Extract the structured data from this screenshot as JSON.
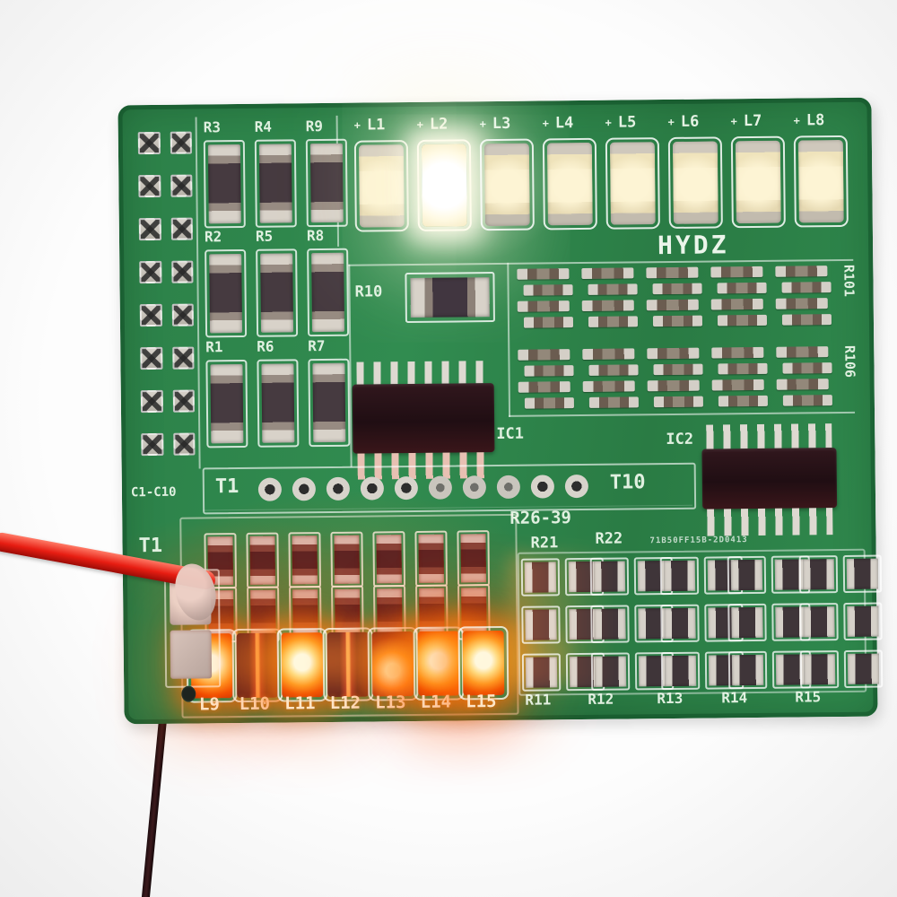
{
  "meta": {
    "subject": "Photograph of a green LED practice PCB (HYDZ) with lit LEDs and attached wires",
    "background_color": "#fdfdfd"
  },
  "colors": {
    "board_green": "#2e8449",
    "silkscreen_white": "#eef6ee",
    "ic_body_dark": "#27131a",
    "pad_silver": "#d6d1c9",
    "white_led_body": "#f7ecc9",
    "lit_white_glow": "#fffdf0",
    "red_led_lit": "#ff6a10",
    "red_wire": "#e71d12",
    "dark_wire": "#2a1216"
  },
  "counts": {
    "cap_pad_pairs": 8,
    "top_leds": 8,
    "bottom_leds": 7,
    "t_row_holes": 10,
    "network_rows": 2,
    "networks_per_row": 5,
    "small_resistor_rows": 2,
    "small_resistor_cols": 7,
    "pair_resistor_rows": 3,
    "pair_resistors_per_row": 5
  },
  "silkscreen": {
    "brand": "HYDZ",
    "serial": "71B50FF15B-2D0413",
    "cap_group": "C1-C10",
    "r10": "R10",
    "ic1": "IC1",
    "ic2": "IC2",
    "t_row_left": "T1",
    "t_row_right": "T10",
    "r26_39": "R26-39",
    "t1_pad": "T1",
    "plus_mark": "+",
    "resistor_rows_topleft": [
      [
        "R3",
        "R4",
        "R9"
      ],
      [
        "R2",
        "R5",
        "R8"
      ],
      [
        "R1",
        "R6",
        "R7"
      ]
    ],
    "network_labels": [
      "R101",
      "R106"
    ],
    "bottom_right_top_labels": [
      "R21",
      "R22"
    ],
    "bottom_right_bottom_labels": [
      "R11",
      "R12",
      "R13",
      "R14",
      "R15"
    ]
  },
  "top_leds": [
    {
      "label": "L1",
      "state": "off"
    },
    {
      "label": "L2",
      "state": "lit"
    },
    {
      "label": "L3",
      "state": "off"
    },
    {
      "label": "L4",
      "state": "off"
    },
    {
      "label": "L5",
      "state": "off"
    },
    {
      "label": "L6",
      "state": "off"
    },
    {
      "label": "L7",
      "state": "off"
    },
    {
      "label": "L8",
      "state": "off"
    }
  ],
  "bottom_leds": [
    {
      "label": "L9",
      "state": "bright"
    },
    {
      "label": "L10",
      "state": "dim"
    },
    {
      "label": "L11",
      "state": "bright"
    },
    {
      "label": "L12",
      "state": "dim"
    },
    {
      "label": "L13",
      "state": "medium"
    },
    {
      "label": "L14",
      "state": "bright"
    },
    {
      "label": "L15",
      "state": "bright"
    }
  ]
}
